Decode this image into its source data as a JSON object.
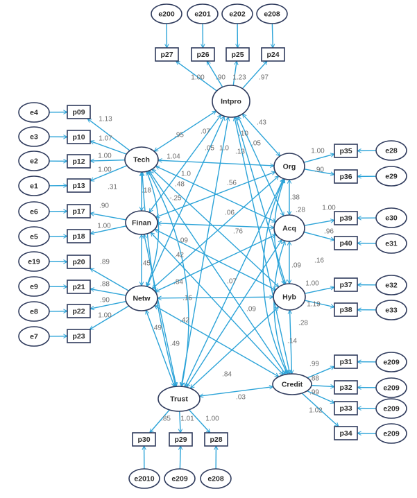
{
  "diagram": {
    "type": "structural-equation-model",
    "colors": {
      "edge": "#2ba3d8",
      "node_border": "#2e3a5c",
      "node_text": "#2b2b2b",
      "label_text": "#6b6b6b"
    },
    "latent_variables": [
      {
        "id": "Intpro",
        "label": "Intpro"
      },
      {
        "id": "Tech",
        "label": "Tech"
      },
      {
        "id": "Finan",
        "label": "Finan"
      },
      {
        "id": "Netw",
        "label": "Netw"
      },
      {
        "id": "Org",
        "label": "Org"
      },
      {
        "id": "Acq",
        "label": "Acq"
      },
      {
        "id": "Hyb",
        "label": "Hyb"
      },
      {
        "id": "Credit",
        "label": "Credit"
      },
      {
        "id": "Trust",
        "label": "Trust"
      }
    ],
    "measurement": [
      {
        "latent": "Intpro",
        "indicator": "p27",
        "error": "e200",
        "loading": "1.00"
      },
      {
        "latent": "Intpro",
        "indicator": "p26",
        "error": "e201",
        "loading": ".90"
      },
      {
        "latent": "Intpro",
        "indicator": "p25",
        "error": "e202",
        "loading": "1.23"
      },
      {
        "latent": "Intpro",
        "indicator": "p24",
        "error": "e208",
        "loading": ".97"
      },
      {
        "latent": "Tech",
        "indicator": "p09",
        "error": "e4",
        "loading": "1.13"
      },
      {
        "latent": "Tech",
        "indicator": "p10",
        "error": "e3",
        "loading": "1.07"
      },
      {
        "latent": "Tech",
        "indicator": "p12",
        "error": "e2",
        "loading": "1.00"
      },
      {
        "latent": "Tech",
        "indicator": "p13",
        "error": "e1",
        "loading": "1.00"
      },
      {
        "latent": "Finan",
        "indicator": "p17",
        "error": "e6",
        "loading": ".90"
      },
      {
        "latent": "Finan",
        "indicator": "p18",
        "error": "e5",
        "loading": "1.00"
      },
      {
        "latent": "Netw",
        "indicator": "p20",
        "error": "e19",
        "loading": ".89"
      },
      {
        "latent": "Netw",
        "indicator": "p21",
        "error": "e9",
        "loading": ".88"
      },
      {
        "latent": "Netw",
        "indicator": "p22",
        "error": "e8",
        "loading": ".90"
      },
      {
        "latent": "Netw",
        "indicator": "p23",
        "error": "e7",
        "loading": "1.00"
      },
      {
        "latent": "Org",
        "indicator": "p35",
        "error": "e28",
        "loading": "1.00"
      },
      {
        "latent": "Org",
        "indicator": "p36",
        "error": "e29",
        "loading": ".90"
      },
      {
        "latent": "Acq",
        "indicator": "p39",
        "error": "e30",
        "loading": "1.00"
      },
      {
        "latent": "Acq",
        "indicator": "p40",
        "error": "e31",
        "loading": ".96"
      },
      {
        "latent": "Hyb",
        "indicator": "p37",
        "error": "e32",
        "loading": "1.00"
      },
      {
        "latent": "Hyb",
        "indicator": "p38",
        "error": "e33",
        "loading": "1.19"
      },
      {
        "latent": "Credit",
        "indicator": "p31",
        "error": "e209",
        "loading": ".99"
      },
      {
        "latent": "Credit",
        "indicator": "p32",
        "error": "e209",
        "loading": ".88"
      },
      {
        "latent": "Credit",
        "indicator": "p33",
        "error": "e209",
        "loading": ".99"
      },
      {
        "latent": "Credit",
        "indicator": "p34",
        "error": "e209",
        "loading": "1.02"
      },
      {
        "latent": "Trust",
        "indicator": "p30",
        "error": "e2010",
        "loading": ".85"
      },
      {
        "latent": "Trust",
        "indicator": "p29",
        "error": "e209",
        "loading": "1.01"
      },
      {
        "latent": "Trust",
        "indicator": "p28",
        "error": "e208",
        "loading": "1.00"
      }
    ],
    "covariances": [
      {
        "a": "Intpro",
        "b": "Tech",
        "value": ".95"
      },
      {
        "a": "Intpro",
        "b": "Org",
        "value": ".43"
      },
      {
        "a": "Intpro",
        "b": "Finan",
        "value": ".07"
      },
      {
        "a": "Intpro",
        "b": "Netw",
        "value": ".05"
      },
      {
        "a": "Intpro",
        "b": "Trust",
        "value": "1.0"
      },
      {
        "a": "Intpro",
        "b": "Hyb",
        "value": ".13"
      },
      {
        "a": "Intpro",
        "b": "Acq",
        "value": ".10"
      },
      {
        "a": "Intpro",
        "b": "Credit",
        "value": ".05"
      },
      {
        "a": "Tech",
        "b": "Org",
        "value": "1.04"
      },
      {
        "a": "Tech",
        "b": "Acq",
        "value": "1.0"
      },
      {
        "a": "Tech",
        "b": "Hyb",
        "value": ".48"
      },
      {
        "a": "Tech",
        "b": "Credit",
        "value": "-.25"
      },
      {
        "a": "Tech",
        "b": "Finan",
        "value": ".18"
      },
      {
        "a": "Tech",
        "b": "Trust",
        "value": ".31"
      },
      {
        "a": "Tech",
        "b": "Netw",
        "value": ""
      },
      {
        "a": "Finan",
        "b": "Org",
        "value": ".56"
      },
      {
        "a": "Finan",
        "b": "Acq",
        "value": ".76"
      },
      {
        "a": "Finan",
        "b": "Hyb",
        "value": ".09"
      },
      {
        "a": "Finan",
        "b": "Credit",
        "value": ".42"
      },
      {
        "a": "Finan",
        "b": "Netw",
        "value": ".45"
      },
      {
        "a": "Finan",
        "b": "Trust",
        "value": ""
      },
      {
        "a": "Netw",
        "b": "Org",
        "value": ".06"
      },
      {
        "a": "Netw",
        "b": "Acq",
        "value": ".84"
      },
      {
        "a": "Netw",
        "b": "Hyb",
        "value": ".16"
      },
      {
        "a": "Netw",
        "b": "Credit",
        "value": ".42"
      },
      {
        "a": "Netw",
        "b": "Trust",
        "value": ".49"
      },
      {
        "a": "Tech",
        "b": "Trust2",
        "value": ".49"
      },
      {
        "a": "Org",
        "b": "Acq",
        "value": ".38"
      },
      {
        "a": "Org",
        "b": "Hyb",
        "value": ".28"
      },
      {
        "a": "Org",
        "b": "Credit",
        "value": ".16"
      },
      {
        "a": "Org",
        "b": "Trust",
        "value": ".07"
      },
      {
        "a": "Acq",
        "b": "Hyb",
        "value": ".09"
      },
      {
        "a": "Acq",
        "b": "Credit",
        "value": ".28"
      },
      {
        "a": "Acq",
        "b": "Trust",
        "value": ".09"
      },
      {
        "a": "Hyb",
        "b": "Credit",
        "value": ".14"
      },
      {
        "a": "Hyb",
        "b": "Trust",
        "value": ".84"
      },
      {
        "a": "Credit",
        "b": "Trust",
        "value": ".03"
      }
    ]
  }
}
